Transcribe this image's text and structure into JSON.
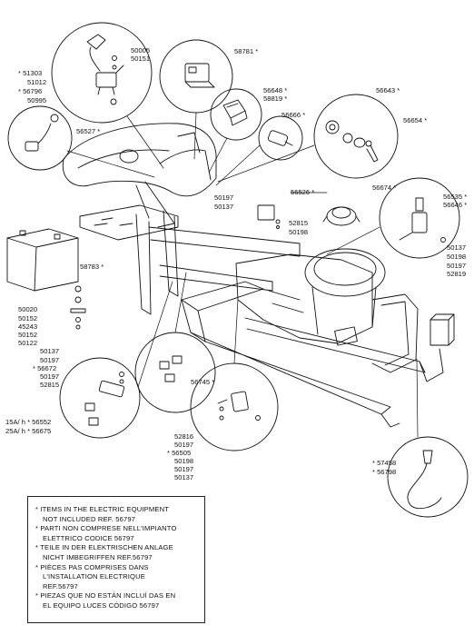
{
  "part_labels": {
    "p50005": "50005",
    "p50151": "50151",
    "p51303": "* 51303",
    "p51012": "51012",
    "p56796": "* 56796",
    "p50995": "50995",
    "p58781": "58781 *",
    "p56648": "56648 *",
    "p58819": "58819 *",
    "p56643": "56643 *",
    "p56666": "56666 *",
    "p56654": "56654 *",
    "p56527": "56527 *",
    "p50197a": "50197",
    "p50137a": "50137",
    "p56526": "56526 *",
    "p52815a": "52815",
    "p50198a": "50198",
    "p56674": "56674 *",
    "p56535": "56535 *",
    "p56646": "56646 *",
    "p50137b": "50137",
    "p50198b": "50198",
    "p50197b": "50197",
    "p52819": "52819",
    "p58783": "58783 *",
    "p50020": "50020",
    "p50152a": "50152",
    "p45243": "45243",
    "p50152b": "50152",
    "p50122": "50122",
    "p50137c": "50137",
    "p50197c": "50197",
    "p56672": "* 56672",
    "p50197d": "50197",
    "p52815b": "52815",
    "p56552": "15A/ h * 56552",
    "p56675": "25A/ h * 56675",
    "p56745": "56745 *",
    "p52816": "52816",
    "p50197e": "50197",
    "p56505": "* 56505",
    "p50198c": "50198",
    "p50197f": "50197",
    "p50137d": "50137",
    "p57458": "* 57458",
    "p56798": "* 56798"
  },
  "legend": {
    "lines": [
      "* ITEMS IN THE ELECTRIC EQUIPMENT",
      "NOT INCLUDED REF. 56797",
      "* PARTI NON COMPRESE NELL'IMPIANTO",
      "ELETTRICO CODICE 56797",
      "* TEILE IN DER ELEKTRISCHEN ANLAGE",
      "NICHT IMBEGRIFFEN REF.56797",
      "* PIÈCES PAS COMPRISES DANS",
      "L'INSTALLATION ELECTRIQUE",
      "REF.56797",
      "* PIEZAS QUE NO ESTÁN INCLUÍ DAS EN",
      "EL EQUIPO LUCES CÓDIGO 56797"
    ]
  },
  "colors": {
    "line": "#111111",
    "background": "#ffffff"
  }
}
